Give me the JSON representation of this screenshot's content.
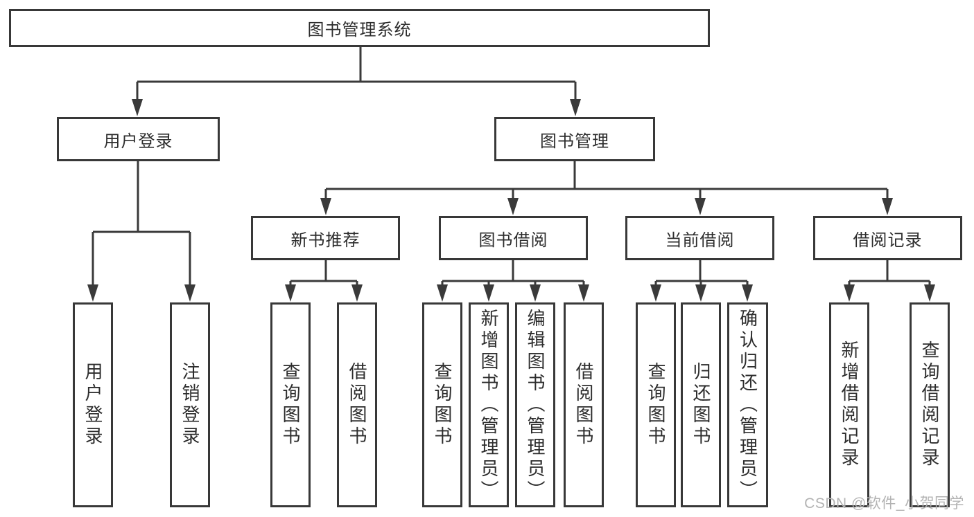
{
  "tree": {
    "label": "图书管理系统",
    "children": [
      {
        "label": "用户登录",
        "children": [
          {
            "label": "用户登录"
          },
          {
            "label": "注销登录"
          }
        ]
      },
      {
        "label": "图书管理",
        "children": [
          {
            "label": "新书推荐",
            "children": [
              {
                "label": "查询图书"
              },
              {
                "label": "借阅图书"
              }
            ]
          },
          {
            "label": "图书借阅",
            "children": [
              {
                "label": "查询图书"
              },
              {
                "label": "新增图书（管理员）"
              },
              {
                "label": "编辑图书（管理员）"
              },
              {
                "label": "借阅图书"
              }
            ]
          },
          {
            "label": "当前借阅",
            "children": [
              {
                "label": "查询图书"
              },
              {
                "label": "归还图书"
              },
              {
                "label": "确认归还（管理员）"
              }
            ]
          },
          {
            "label": "借阅记录",
            "children": [
              {
                "label": "新增借阅记录"
              },
              {
                "label": "查询借阅记录"
              }
            ]
          }
        ]
      }
    ]
  },
  "watermark": {
    "text": "CSDN @软件_小贺同学"
  },
  "colors": {
    "line": "#3a3a3a",
    "border": "#383838",
    "text": "#2d2d2d",
    "watermark": "#b3b3b3",
    "background": "#ffffff"
  }
}
